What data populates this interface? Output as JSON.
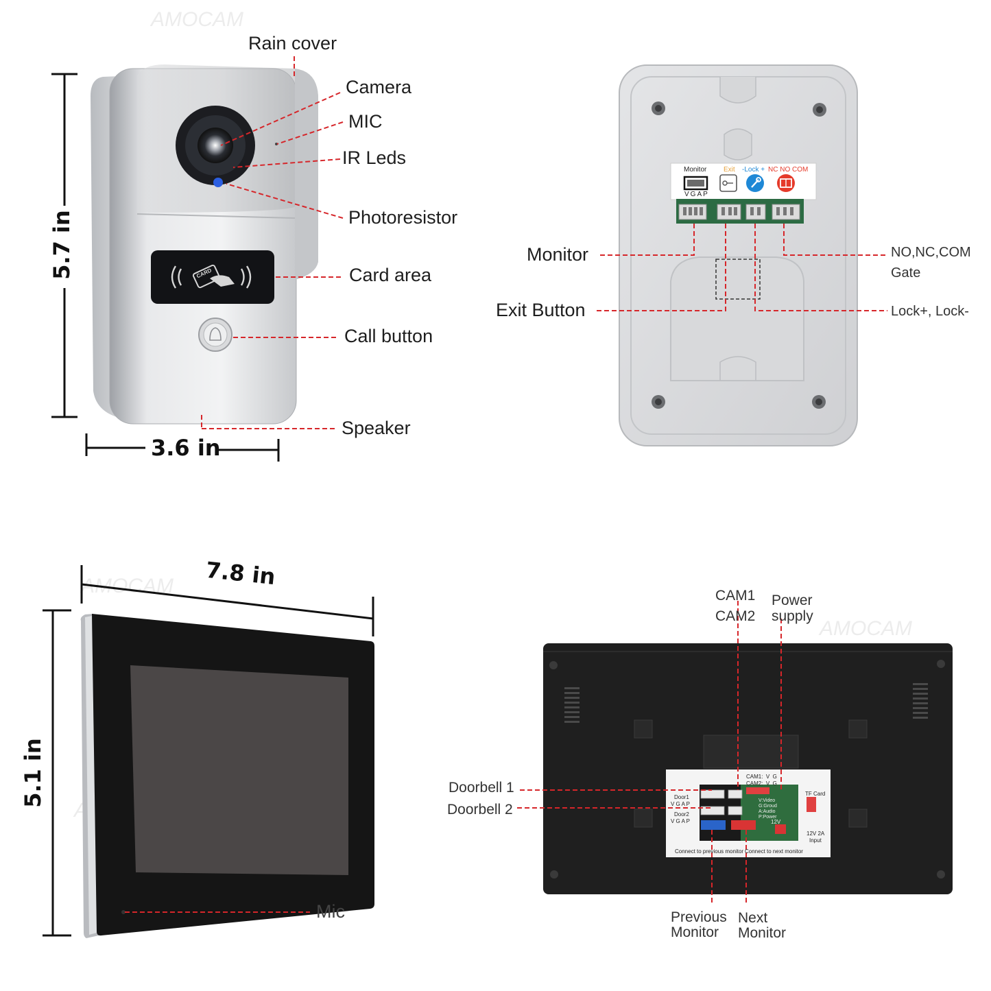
{
  "watermark": "AMOCAM",
  "doorbell_front": {
    "labels": {
      "rain_cover": "Rain cover",
      "camera": "Camera",
      "mic": "MIC",
      "ir_leds": "IR Leds",
      "photoresistor": "Photoresistor",
      "card_area": "Card area",
      "call_button": "Call button",
      "speaker": "Speaker"
    },
    "card_text": "CARD",
    "height_dim": "5.7 in",
    "width_dim": "3.6 in"
  },
  "doorbell_back": {
    "terminal_labels": {
      "monitor": "Monitor",
      "exit": "Exit",
      "lock": "-Lock +",
      "nc_no_com": "NC NO COM",
      "vgap": "VGAP"
    },
    "labels": {
      "monitor": "Monitor",
      "exit_button": "Exit Button",
      "no_nc_com": "NO,NC,COM",
      "gate": "Gate",
      "lock": "Lock+, Lock-"
    }
  },
  "monitor_front": {
    "width_dim": "7.8 in",
    "height_dim": "5.1 in",
    "mic_label": "Mic"
  },
  "monitor_back": {
    "labels": {
      "cam1": "CAM1",
      "cam2": "CAM2",
      "power": "Power",
      "supply": "supply",
      "doorbell1": "Doorbell 1",
      "doorbell2": "Doorbell 2",
      "previous": "Previous",
      "previous_monitor": "Monitor",
      "next": "Next",
      "next_monitor": "Monitor"
    },
    "board": {
      "cam1": "CAM1:  V  G",
      "cam2": "CAM2:  V  G",
      "door1": "Door1",
      "door2": "Door2",
      "vgap1": "V G A P",
      "vgap2": "V G A P",
      "legend1": "V:Video",
      "legend2": "G:Groud",
      "legend3": "A:Audio",
      "legend4": "P:Power",
      "tf_card": "TF Card",
      "v12": "12V",
      "input1": "12V 2A",
      "input2": "Input",
      "connect_prev": "Connect to previous monitor",
      "connect_next": "Connect to next monitor"
    }
  }
}
